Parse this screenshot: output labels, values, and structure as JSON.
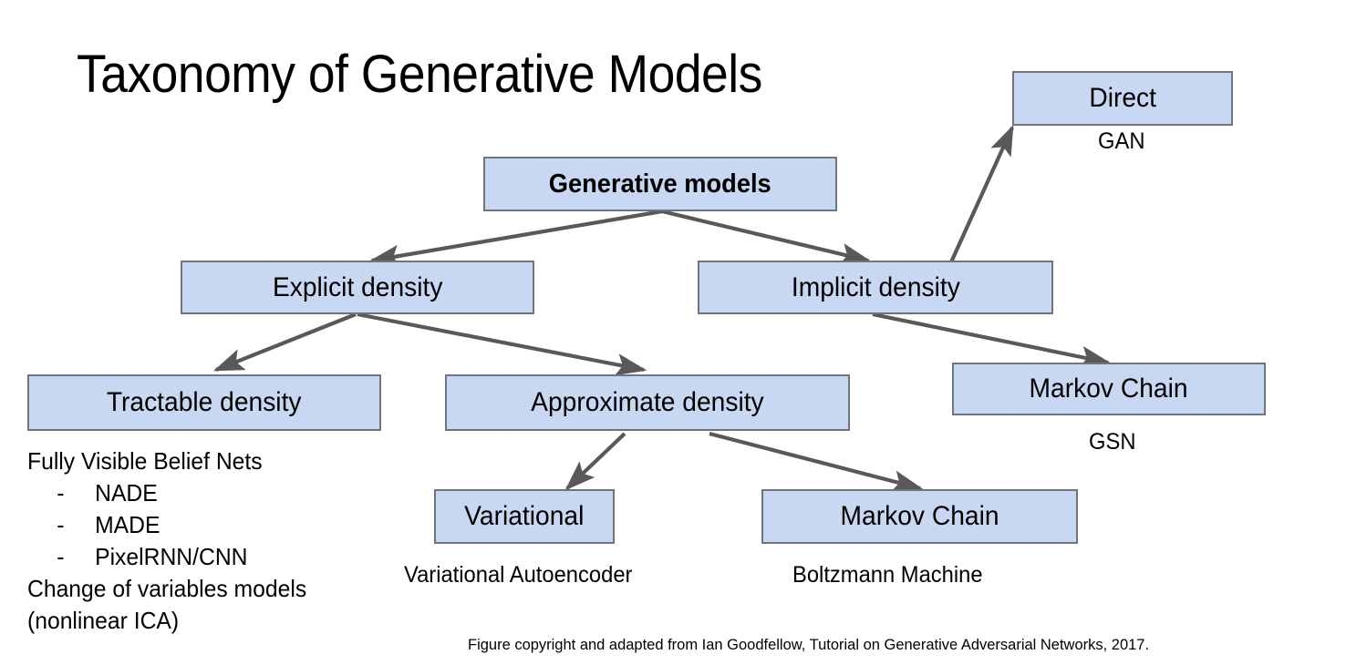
{
  "slide": {
    "title": "Taxonomy of Generative Models",
    "background_color": "#ffffff",
    "footer": "Figure copyright and adapted from Ian Goodfellow, Tutorial on Generative Adversarial Networks, 2017."
  },
  "style": {
    "node_fill": "#c8d8f2",
    "node_border": "#6e7480",
    "arrow_color": "#595959",
    "text_color": "#000000"
  },
  "nodes": {
    "root": {
      "label": "Generative models",
      "bold": true
    },
    "explicit": {
      "label": "Explicit density",
      "bold": false
    },
    "implicit": {
      "label": "Implicit density",
      "bold": false
    },
    "direct": {
      "label": "Direct",
      "bold": false
    },
    "tractable": {
      "label": "Tractable density",
      "bold": false
    },
    "approximate": {
      "label": "Approximate density",
      "bold": false
    },
    "markov_implicit": {
      "label": "Markov Chain",
      "bold": false
    },
    "variational": {
      "label": "Variational",
      "bold": false
    },
    "markov_approx": {
      "label": "Markov Chain",
      "bold": false
    }
  },
  "captions": {
    "gan": "GAN",
    "gsn": "GSN",
    "vae": "Variational Autoencoder",
    "boltzmann": "Boltzmann Machine"
  },
  "tractable_examples": {
    "heading": "Fully Visible Belief Nets",
    "bullets": [
      {
        "marker": "-",
        "text": "NADE"
      },
      {
        "marker": "-",
        "text": "MADE"
      },
      {
        "marker": "-",
        "text": "PixelRNN/CNN"
      }
    ],
    "extra_line_1": "Change of variables models",
    "extra_line_2": "(nonlinear ICA)"
  },
  "edges": [
    {
      "from": "root",
      "to": "explicit"
    },
    {
      "from": "root",
      "to": "implicit"
    },
    {
      "from": "explicit",
      "to": "tractable"
    },
    {
      "from": "explicit",
      "to": "approximate"
    },
    {
      "from": "implicit",
      "to": "direct"
    },
    {
      "from": "implicit",
      "to": "markov_implicit"
    },
    {
      "from": "approximate",
      "to": "variational"
    },
    {
      "from": "approximate",
      "to": "markov_approx"
    }
  ]
}
